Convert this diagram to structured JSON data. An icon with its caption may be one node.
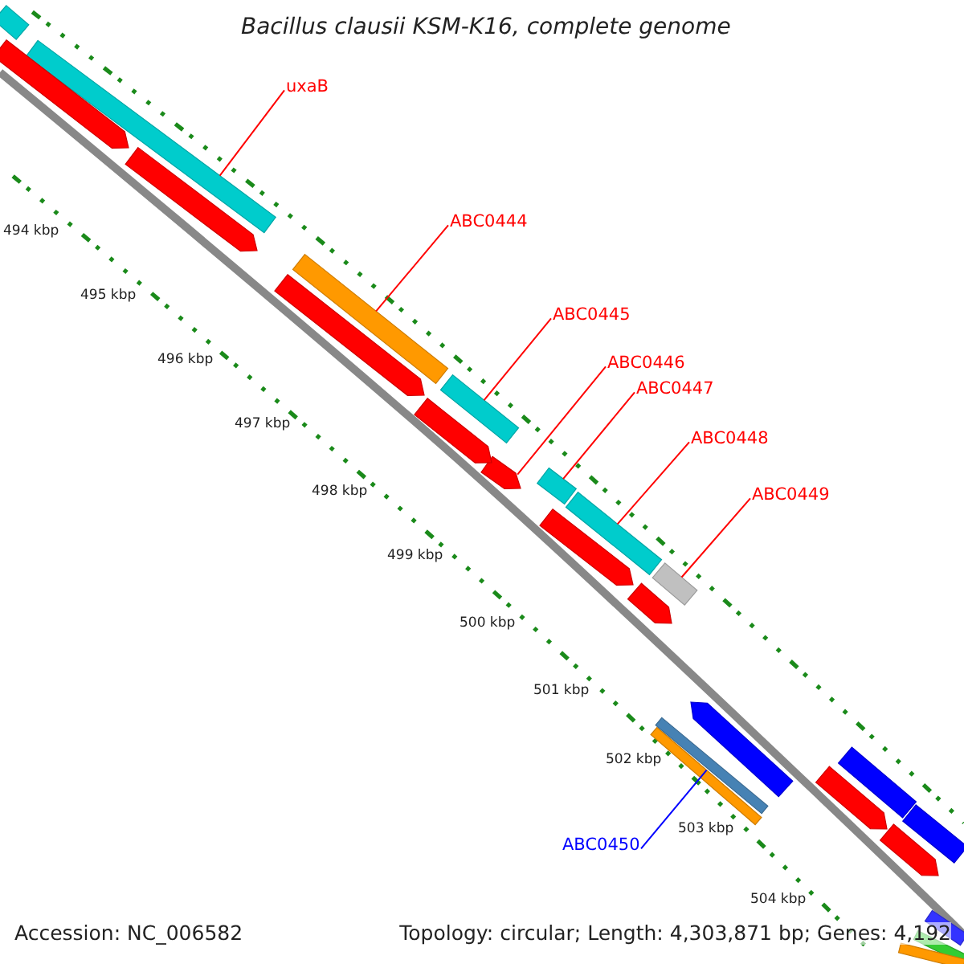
{
  "diagram": {
    "title": "Bacillus clausii KSM-K16, complete genome",
    "nodes": [
      {
        "text": [
          "uxaB"
        ]
      },
      {
        "text": [],
        "shape": "bar"
      },
      {
        "text": [
          "ABC0444"
        ]
      },
      {
        "text": [],
        "shape": "bar"
      },
      {
        "text": [
          "ABC0445"
        ]
      },
      {
        "text": [],
        "shape": "bar"
      },
      {
        "text": [
          "ABC0446"
        ]
      },
      {
        "text": [],
        "shape": "bar"
      },
      {
        "text": [
          "ABC0447"
        ]
      },
      {
        "text": [],
        "shape": "bar"
      },
      {
        "text": [
          "ABC0448"
        ]
      },
      {
        "text": [],
        "shape": "bar"
      },
      {
        "text": [
          "ABC0449"
        ]
      },
      {
        "text": [],
        "shape": "bar"
      },
      {
        "text": [
          "ABC0450"
        ]
      },
      {
        "text": [],
        "shape": "bar"
      },
      {
        "text": [],
        "shape": "bar"
      },
      {
        "text": [],
        "shape": "bar"
      },
      {
        "text": [],
        "shape": "bar"
      },
      {
        "text": [],
        "shape": "bar"
      },
      {
        "text": [],
        "shape": "bar"
      },
      {
        "text": [],
        "shape": "bar"
      },
      {
        "text": [],
        "shape": "bar"
      },
      {
        "text": [],
        "shape": "bar"
      },
      {
        "text": [],
        "shape": "bar"
      },
      {
        "text": [],
        "shape": "bar"
      },
      {
        "text": [],
        "shape": "bar"
      },
      {
        "text": [],
        "shape": "bar"
      },
      {
        "text": [],
        "shape": "bar"
      },
      {
        "text": [],
        "shape": "bar"
      },
      {
        "text": [],
        "shape": "bar"
      },
      {
        "text": [],
        "shape": "bar"
      }
    ],
    "edges": [
      {
        "from": 0,
        "to": 1,
        "arrow": "none"
      },
      {
        "from": 2,
        "to": 3,
        "arrow": "none"
      },
      {
        "from": 4,
        "to": 5,
        "arrow": "none"
      },
      {
        "from": 6,
        "to": 7,
        "arrow": "none"
      },
      {
        "from": 8,
        "to": 9,
        "arrow": "none"
      },
      {
        "from": 10,
        "to": 11,
        "arrow": "none"
      },
      {
        "from": 12,
        "to": 13,
        "arrow": "none"
      },
      {
        "from": 14,
        "to": 15,
        "arrow": "none",
        "color": "#0000ff"
      }
    ],
    "labels": [
      "494 kbp",
      "495 kbp",
      "496 kbp",
      "497 kbp",
      "498 kbp",
      "499 kbp",
      "500 kbp",
      "501 kbp",
      "502 kbp",
      "503 kbp",
      "504 kbp",
      "Accession: NC_006582",
      "Topology: circular; Length: 4,303,871 bp; Genes: 4,192"
    ]
  }
}
